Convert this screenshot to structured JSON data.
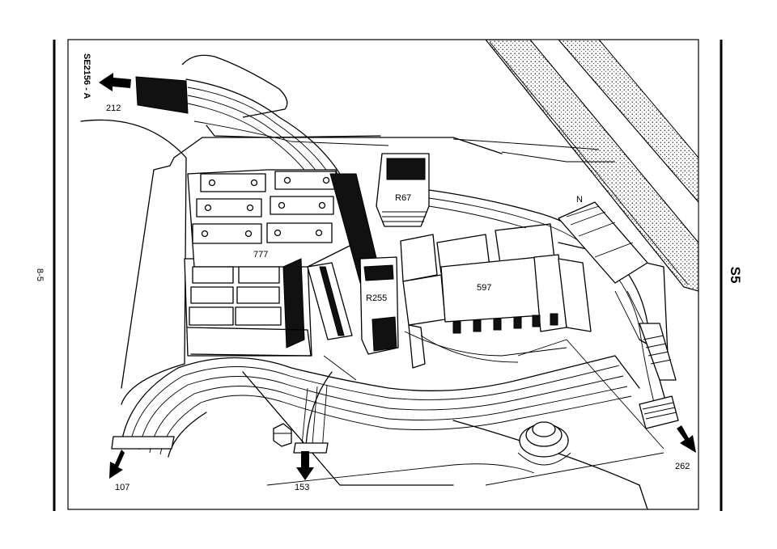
{
  "page": {
    "page_number": "8-5",
    "section_code": "S5",
    "figure_id": "SE2156 - A"
  },
  "components": {
    "fusebox_label": "777",
    "relay_r67": "R67",
    "relay_r255": "R255",
    "relay_block": "597",
    "n_label": "N"
  },
  "harness_refs": {
    "ref_212": "212",
    "ref_107": "107",
    "ref_153": "153",
    "ref_262": "262"
  }
}
